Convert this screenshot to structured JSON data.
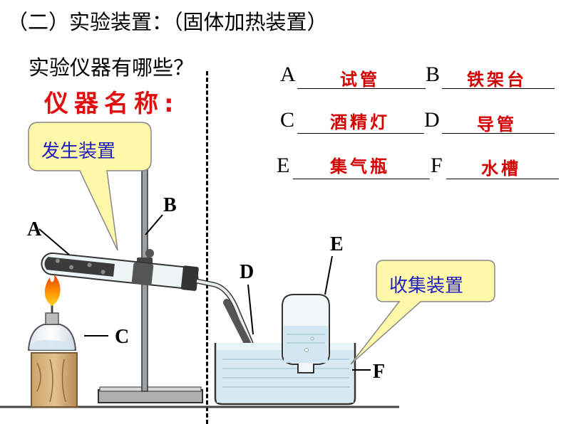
{
  "title": "（二）实验装置：（固体加热装置）",
  "question": "实验仪器有哪些？",
  "heading": "仪器名称:",
  "answers": [
    {
      "letter": "A",
      "name": "试管"
    },
    {
      "letter": "B",
      "name": "铁架台"
    },
    {
      "letter": "C",
      "name": "酒精灯"
    },
    {
      "letter": "D",
      "name": "导管"
    },
    {
      "letter": "E",
      "name": "集气瓶"
    },
    {
      "letter": "F",
      "name": "水槽"
    }
  ],
  "callouts": {
    "generator": "发生装置",
    "collector": "收集装置"
  },
  "parts": {
    "a": "A",
    "b": "B",
    "c": "C",
    "d": "D",
    "e": "E",
    "f": "F"
  }
}
